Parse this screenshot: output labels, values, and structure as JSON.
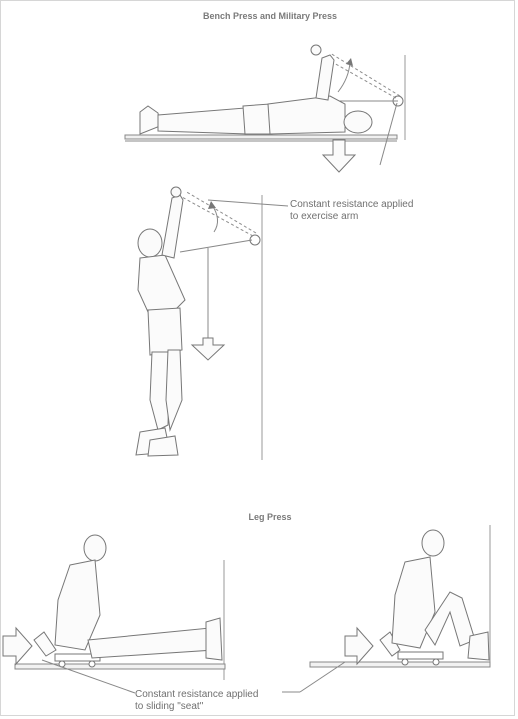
{
  "headings": {
    "bench_military": "Bench Press and Military Press",
    "leg_press": "Leg Press"
  },
  "callouts": {
    "arm_line1": "Constant resistance applied",
    "arm_line2": "to exercise arm",
    "seat_line1": "Constant resistance applied",
    "seat_line2": "to sliding \"seat\""
  },
  "colors": {
    "ink": "#777777",
    "paper": "#ffffff"
  }
}
